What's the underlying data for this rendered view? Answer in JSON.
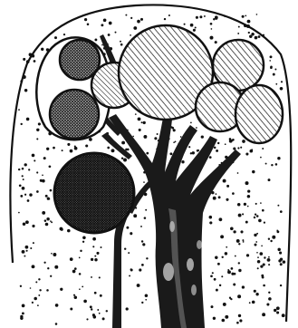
{
  "figure": {
    "colors": {
      "ink": "#111111",
      "paper": "#ffffff"
    },
    "bodies": [
      {
        "shading": "cross-hatch"
      },
      {
        "shading": "hatch-light"
      },
      {
        "shading": "cross-hatch"
      },
      {
        "shading": "hatch"
      },
      {
        "shading": "hatch"
      },
      {
        "shading": "hatch"
      },
      {
        "shading": "cross-hatch"
      },
      {
        "shading": "hatch"
      }
    ]
  }
}
